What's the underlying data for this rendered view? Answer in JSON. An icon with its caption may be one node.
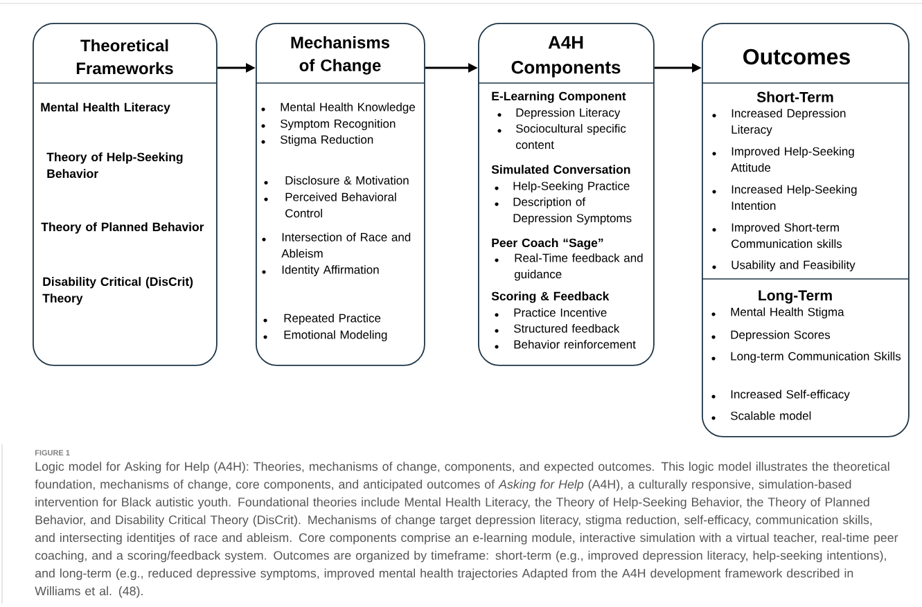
{
  "diagram": {
    "caption": "Logic model for Asking for Help (A4H): Theories, mechanisms of change, components, and expected outcomes. This logic model illustrates the theoretical foundation, mechanisms of change, core components, and anticipated outcomes of *Asking for Help* (A4H), a culturally responsive, simulation-based intervention for Black autistic youth. Foundational theories include Mental Health Literacy, the Theory of Help-Seeking Behavior, the Theory of Planned Behavior, and Disability Critical Theory (DisCrit). Mechanisms of change target depression literacy, stigma reduction, self-efficacy, communication skills, and intersecting identitjes of race and ableism. Core components comprise an e-learning module, interactive simulation with a virtual teacher, real-time peer coaching, and a scoring/feedback system. Outcomes are organized by timeframe: short-term (e.g., improved depression literacy, help-seeking intentions), and long-term (e.g., reduced depressive symptoms, improved mental health trajectories Adapted from the A4H development framework described in Williams et al. (48).",
    "nodes": [
      {
        "text": [
          "Theoretical Frameworks",
          "Mental Health Literacy",
          "Theory of Help-Seeking Behavior",
          "Theory of Planned Behavior",
          "Disability Critical (DisCrit) Theory"
        ]
      },
      {
        "text": [
          "Mechanisms of Change",
          "Mental Health Knowledge",
          "Symptom Recognition",
          "Stigma Reduction",
          "Disclosure & Motivation",
          "Perceived Behavioral Control",
          "Intersection of Race and Ableism",
          "Identity Affirmation",
          "Repeated Practice",
          "Emotional Modeling"
        ]
      },
      {
        "text": [
          "A4H Components",
          "E-Learning Component",
          "Depression Literacy",
          "Sociocultural specific content",
          "Simulated Conversation",
          "Help-Seeking Practice",
          "Description of Depression Symptoms",
          "Peer Coach “Sage”",
          "Real-Time feedback and guidance",
          "Scoring & Feedback",
          "Practice Incentive",
          "Structured feedback",
          "Behavior reinforcement"
        ]
      },
      {
        "text": [
          "Outcomes",
          "Short-Term",
          "Increased  Depression Literacy",
          "Improved Help-Seeking Attitude",
          "Increased Help-Seeking Intention",
          "Improved Short-term Communication skills",
          "Usability and Feasibility",
          "Long-Term",
          "Mental Health Stigma",
          "Depression Scores",
          "Long-term Communication Skills",
          "Increased Self-efficacy",
          "Scalable model"
        ]
      }
    ],
    "edges": [
      {
        "from": 0,
        "to": 1,
        "arrow": "to"
      },
      {
        "from": 1,
        "to": 2,
        "arrow": "to"
      },
      {
        "from": 2,
        "to": 3,
        "arrow": "to"
      }
    ],
    "labels": [
      "FIGURE 1"
    ]
  }
}
